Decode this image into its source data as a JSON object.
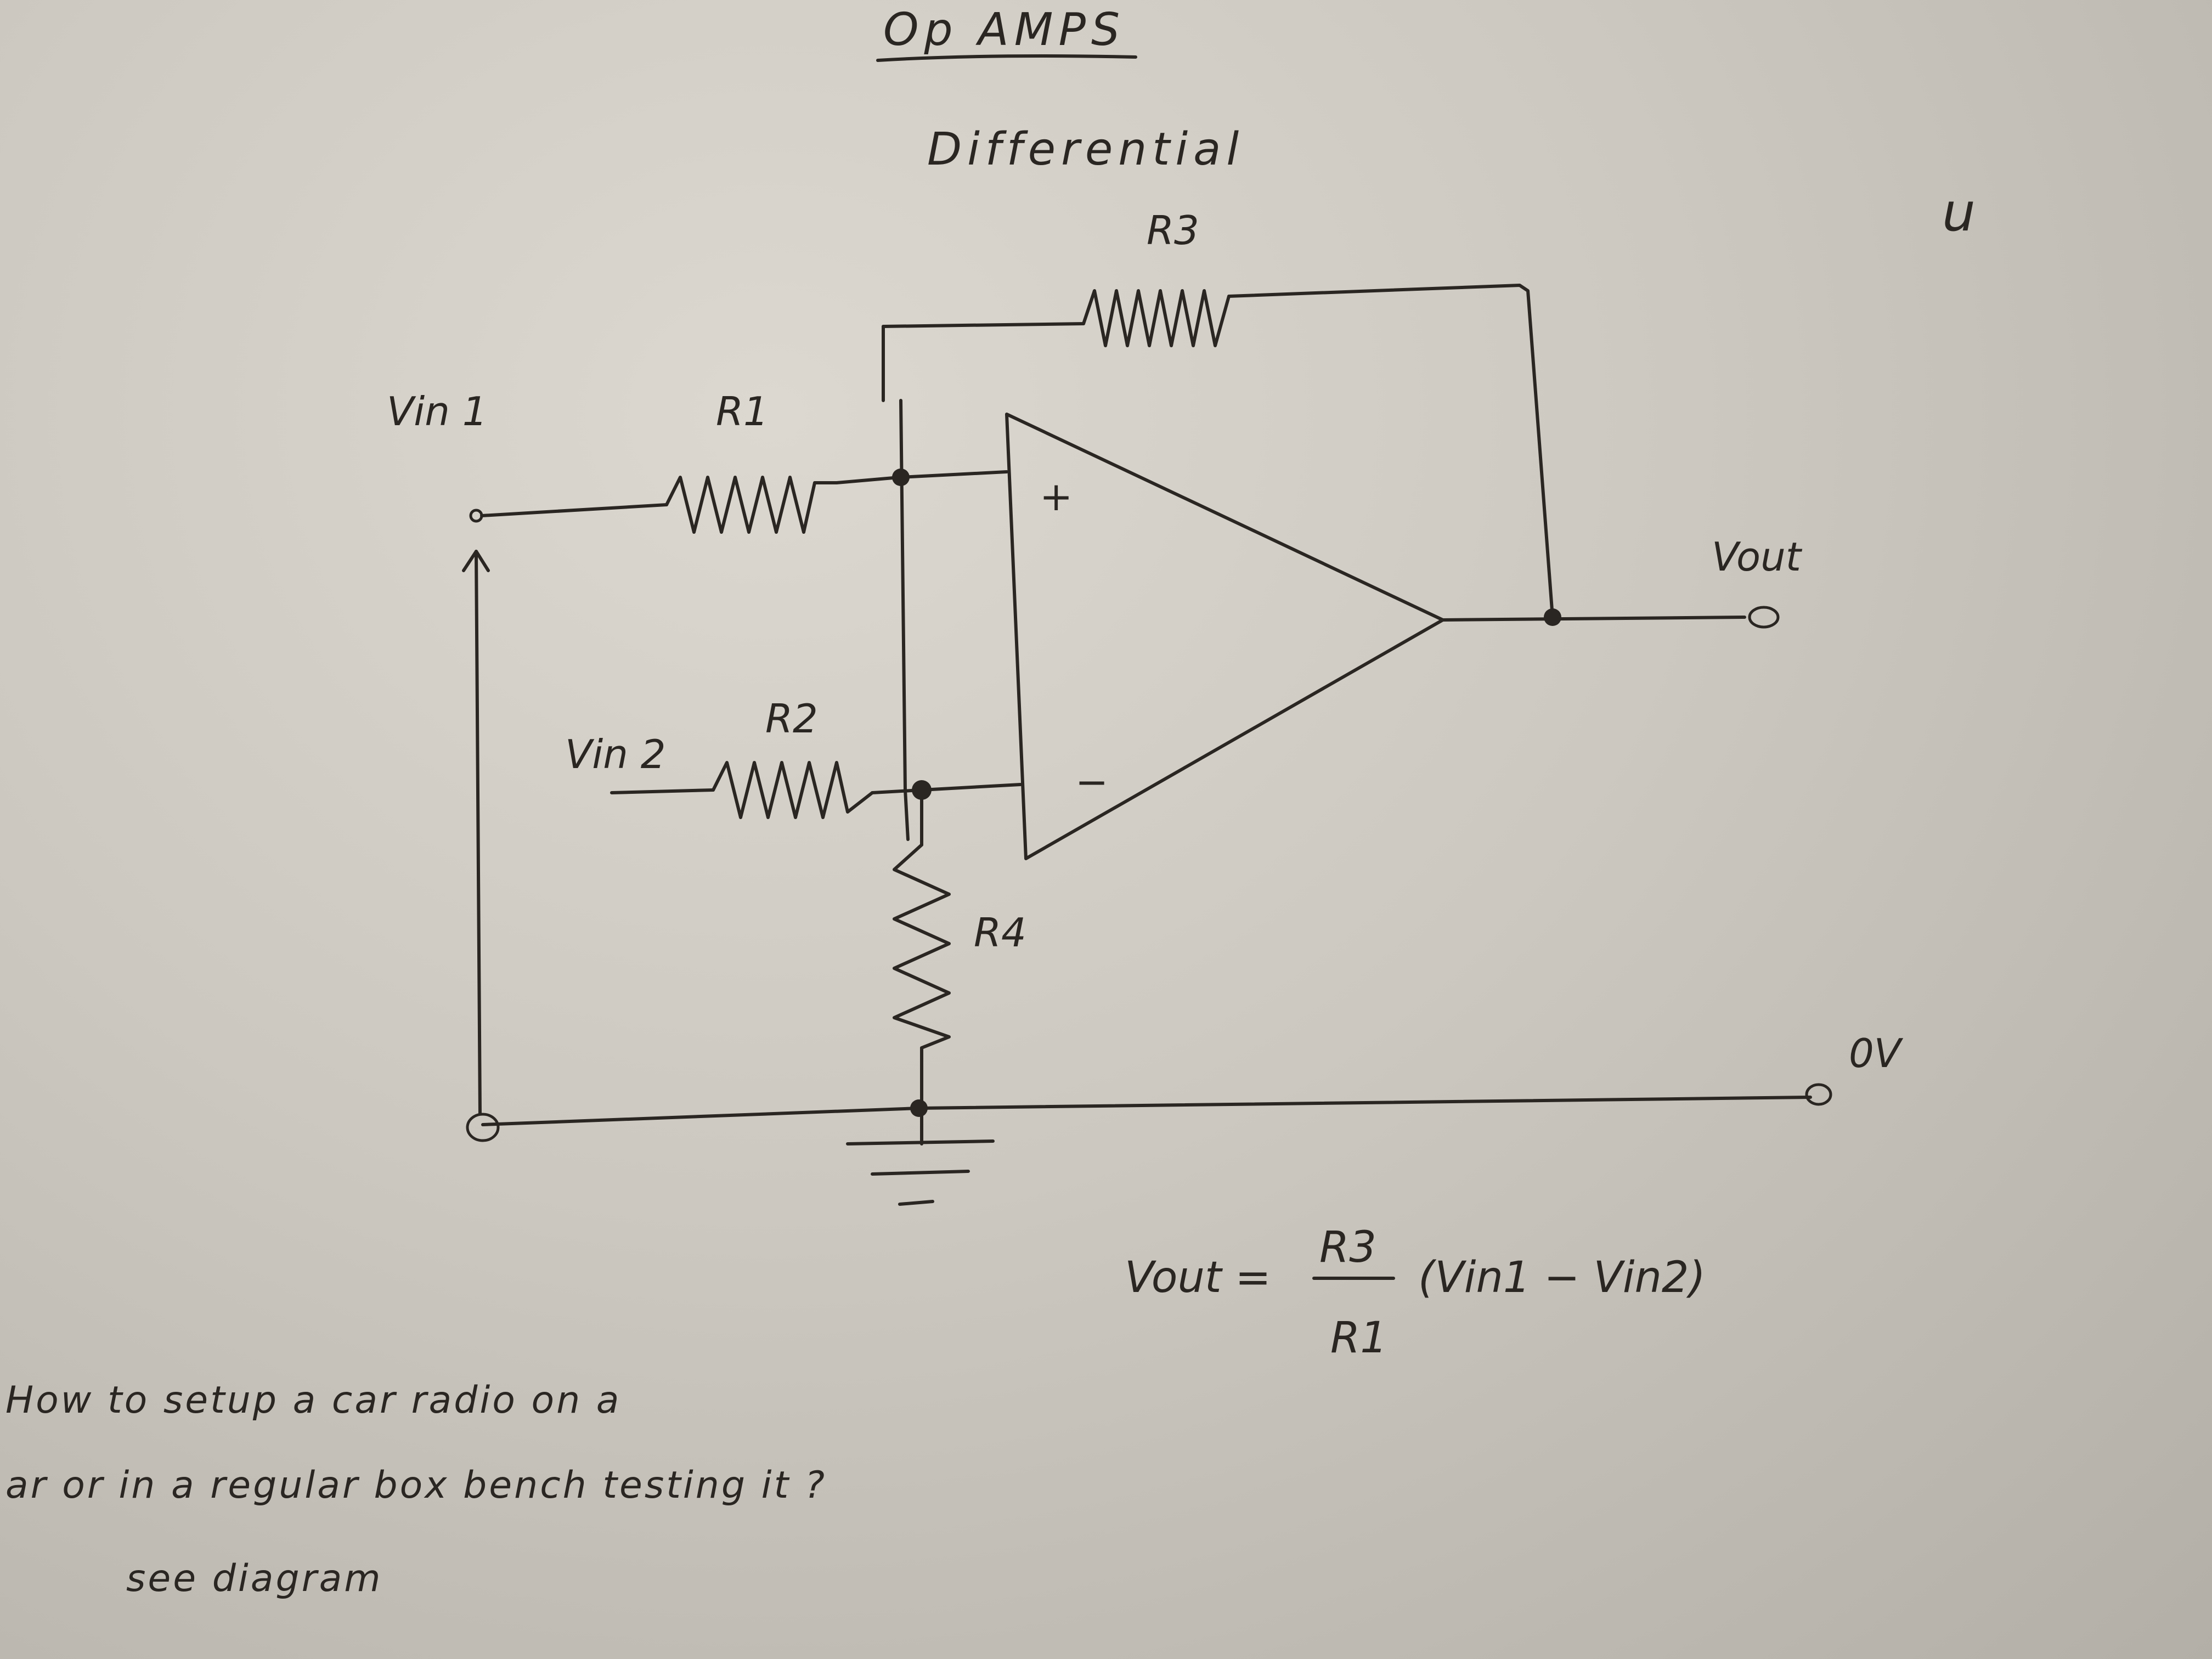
{
  "title": "Op AMPS",
  "subtitle": "Differential",
  "corner_mark": "u",
  "labels": {
    "vin1": "Vin 1",
    "vin2": "Vin 2",
    "r1": "R1",
    "r2": "R2",
    "r3": "R3",
    "r4": "R4",
    "vout": "Vout",
    "zero_v": "0V",
    "plus": "+",
    "minus": "−"
  },
  "formula": {
    "lhs": "Vout =",
    "numerator": "R3",
    "denominator": "R1",
    "term": "(Vin1 − Vin2)"
  },
  "notes": {
    "line1": "How to setup a car radio on a",
    "line2": "ar or in a regular box bench testing it ?",
    "line3": "see diagram"
  }
}
